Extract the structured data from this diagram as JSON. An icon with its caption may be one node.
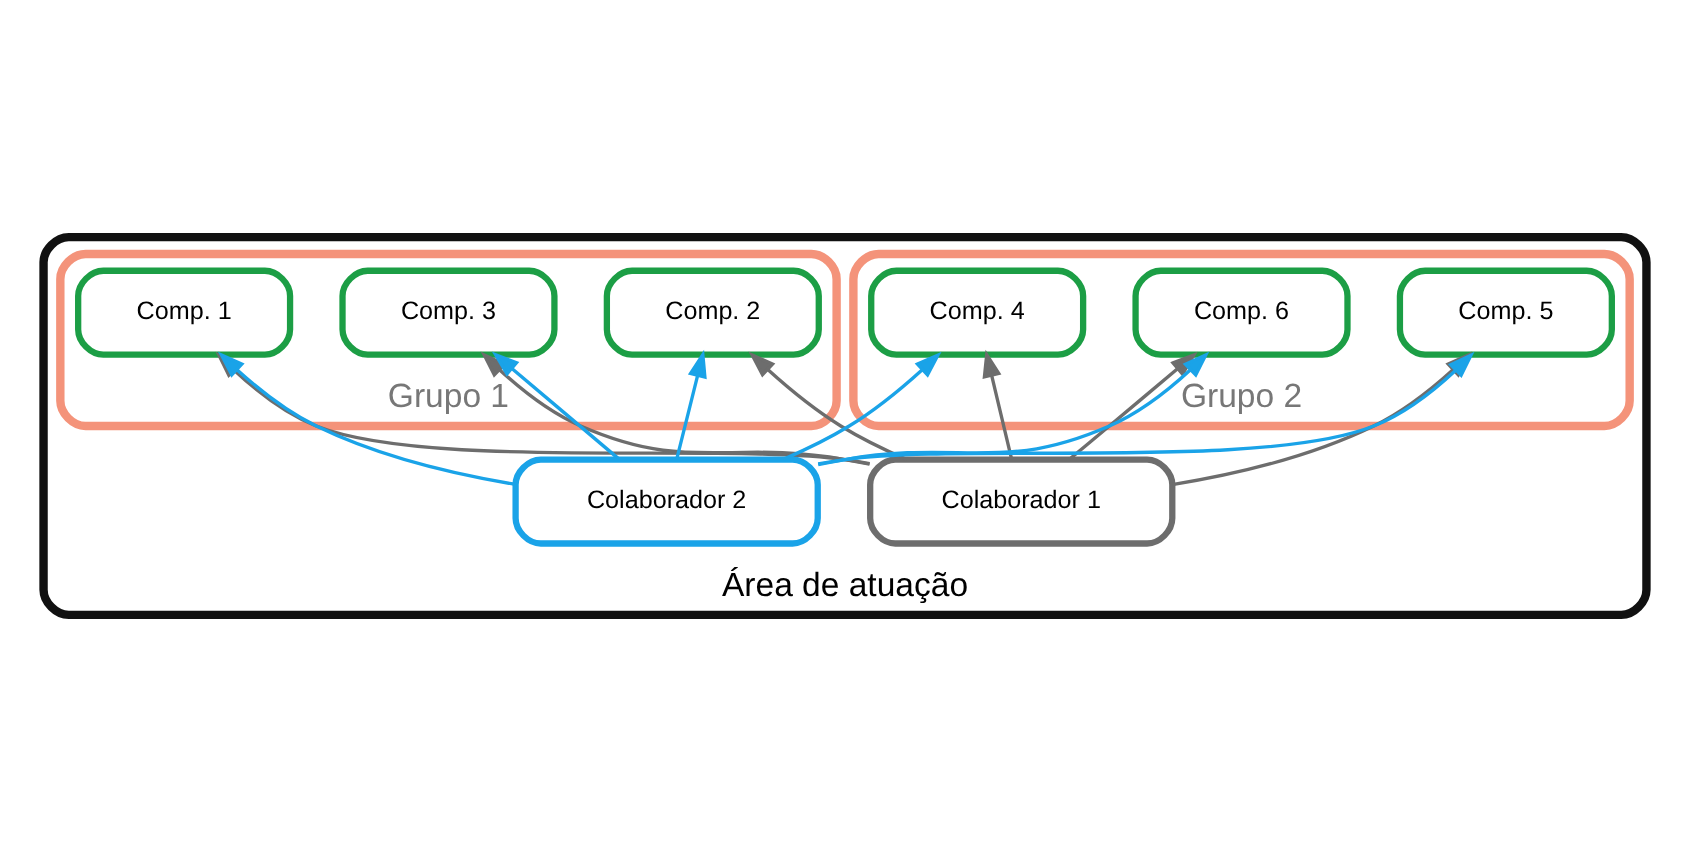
{
  "diagram": {
    "nodes": [
      {
        "text": [
          "Área de atuação"
        ]
      },
      {
        "text": [
          "Grupo 1"
        ],
        "in": 0
      },
      {
        "text": [
          "Grupo 2"
        ],
        "in": 0
      },
      {
        "text": [
          "Comp. 1"
        ],
        "in": 1
      },
      {
        "text": [
          "Comp. 2"
        ],
        "in": 1
      },
      {
        "text": [
          "Comp. 3"
        ],
        "in": 1
      },
      {
        "text": [
          "Comp. 4"
        ],
        "in": 2
      },
      {
        "text": [
          "Comp. 5"
        ],
        "in": 2
      },
      {
        "text": [
          "Comp. 6"
        ],
        "in": 2
      },
      {
        "text": [
          "Colaborador 1"
        ],
        "in": 0
      },
      {
        "text": [
          "Colaborador 2"
        ],
        "in": 0
      }
    ],
    "edges": [
      {
        "from": 9,
        "to": 3,
        "arrow": "to",
        "color": "#6d6d6d"
      },
      {
        "from": 9,
        "to": 4,
        "arrow": "to",
        "color": "#6d6d6d"
      },
      {
        "from": 9,
        "to": 5,
        "arrow": "to",
        "color": "#6d6d6d"
      },
      {
        "from": 9,
        "to": 6,
        "arrow": "to",
        "color": "#6d6d6d"
      },
      {
        "from": 9,
        "to": 7,
        "arrow": "to",
        "color": "#6d6d6d"
      },
      {
        "from": 9,
        "to": 8,
        "arrow": "to",
        "color": "#6d6d6d"
      },
      {
        "from": 10,
        "to": 3,
        "arrow": "to",
        "color": "#1aa3e8"
      },
      {
        "from": 10,
        "to": 4,
        "arrow": "to",
        "color": "#1aa3e8"
      },
      {
        "from": 10,
        "to": 5,
        "arrow": "to",
        "color": "#1aa3e8"
      },
      {
        "from": 10,
        "to": 6,
        "arrow": "to",
        "color": "#1aa3e8"
      },
      {
        "from": 10,
        "to": 7,
        "arrow": "to",
        "color": "#1aa3e8"
      },
      {
        "from": 10,
        "to": 8,
        "arrow": "to",
        "color": "#1aa3e8"
      }
    ]
  }
}
